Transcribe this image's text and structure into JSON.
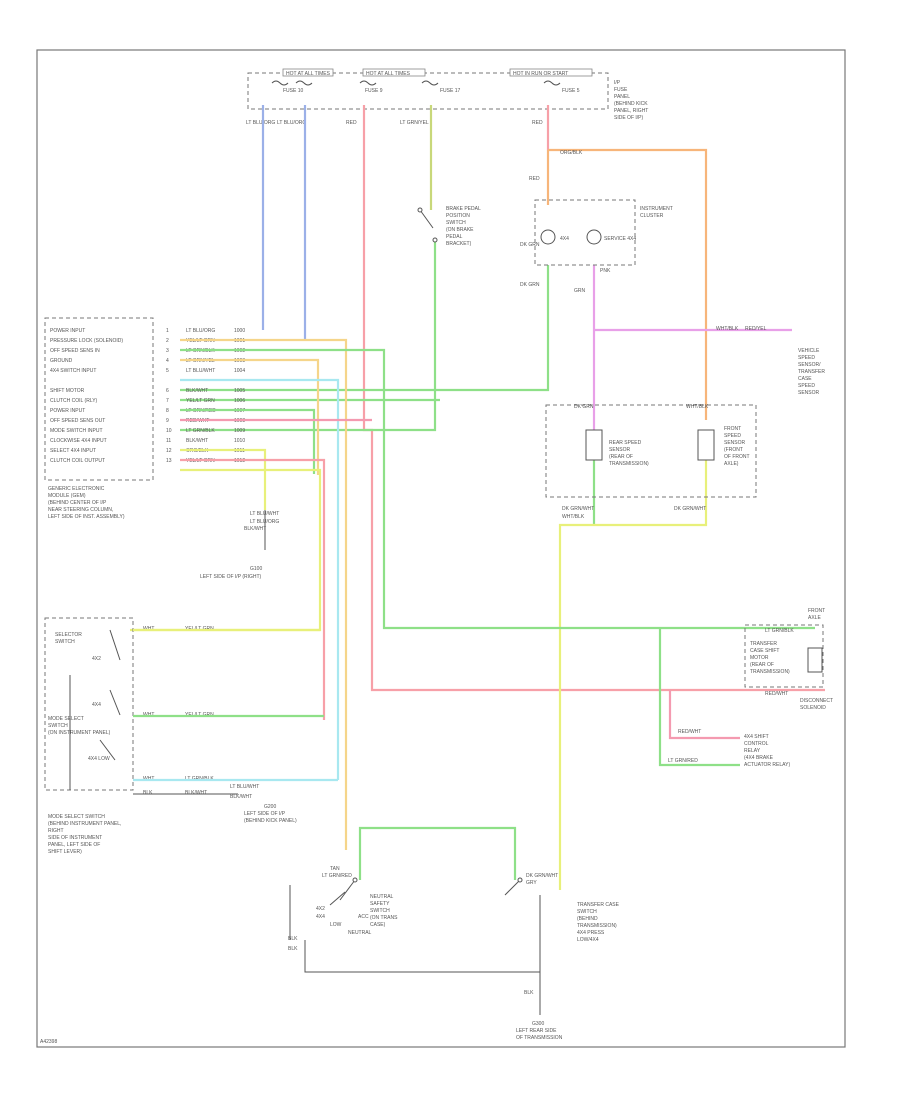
{
  "diagram": {
    "fuse_panel": {
      "tabs": [
        "HOT AT ALL TIMES",
        "HOT AT ALL TIMES",
        "HOT IN RUN OR START"
      ],
      "fuses": [
        "FUSE 10",
        "FUSE 9",
        "FUSE 17",
        "FUSE 5"
      ],
      "label": [
        "I/P",
        "FUSE",
        "PANEL",
        "(BEHIND KICK",
        "PANEL, RIGHT",
        "SIDE OF I/P)"
      ]
    },
    "top_wires": [
      "LT BLU/ORG",
      "LT BLU/ORG",
      "RED",
      "LT GRN/YEL",
      "RED"
    ],
    "brake_switch": [
      "BRAKE PEDAL",
      "POSITION",
      "SWITCH",
      "(ON BRAKE",
      "PEDAL",
      "BRACKET)"
    ],
    "instrument_cluster": [
      "INSTRUMENT",
      "CLUSTER"
    ],
    "cluster_inner": [
      "4X4",
      "SERVICE 4X4"
    ],
    "cluster_wires": [
      "RED",
      "DK GRN",
      "PNK",
      "GRN",
      "DK GRN"
    ],
    "wire_labels": [
      "ORG/BLK",
      "WHT/BLK"
    ],
    "transfer_wire": [
      "RED/YEL"
    ],
    "left_wires": [
      "LT BLU/WHT",
      "LT BLU/ORG"
    ],
    "gem_pins": [
      "POWER INPUT",
      "PRESSURE LOCK (SOLENOID)",
      "OFF SPEED SENS IN",
      "GROUND",
      "4X4 SWITCH INPUT",
      "SHIFT MOTOR",
      "CLUTCH COIL (RLY)",
      "POWER INPUT",
      "OFF SPEED SENS OUT",
      "MODE SWITCH INPUT",
      "CLOCKWISE 4X4 INPUT",
      "SELECT 4X4 INPUT",
      "CLUTCH COIL OUTPUT"
    ],
    "gem_pin_nums": [
      "1",
      "2",
      "3",
      "4",
      "5",
      "6",
      "7",
      "8",
      "9",
      "10",
      "11",
      "12",
      "13"
    ],
    "gem_wires": [
      "LT BLU/ORG",
      "YEL/LT GRN",
      "LT GRN/BLK",
      "LT GRN/YEL",
      "LT BLU/WHT",
      "BLK/WHT",
      "YEL/LT GRN",
      "LT GRN/RED",
      "RED/WHT",
      "LT GRN/BLK",
      "BLK/WHT",
      "ORG/BLK",
      "YEL/LT GRN"
    ],
    "gem_wire_codes": [
      "1000",
      "1001",
      "1002",
      "1003",
      "1004",
      "1005",
      "1006",
      "1007",
      "1008",
      "1009",
      "1010",
      "1011",
      "1012"
    ],
    "gem_label": [
      "GENERIC ELECTRONIC",
      "MODULE (GEM)",
      "(BEHIND CENTER OF I/P",
      "NEAR STEERING COLUMN,",
      "LEFT SIDE OF INST. ASSEMBLY)"
    ],
    "ground_left": [
      "G100",
      "LEFT SIDE OF I/P (RIGHT)"
    ],
    "ground_left_wire": [
      "BLK/WHT"
    ],
    "speed_sensor_left": [
      "REAR SPEED",
      "SENSOR",
      "(REAR OF",
      "TRANSMISSION)"
    ],
    "speed_sensor_right": [
      "FRONT",
      "SPEED",
      "SENSOR",
      "(FRONT",
      "OF FRONT",
      "AXLE)"
    ],
    "dash_area": [
      "VEHICLE",
      "SPEED",
      "SENSOR/",
      "TRANSFER",
      "CASE",
      "SPEED",
      "SENSOR"
    ],
    "speed_wires": [
      "DK GRN",
      "WHT/BLK",
      "DK GRN/WHT",
      "DK GRN/WHT",
      "WHT/BLK"
    ],
    "selector_labels": [
      "SELECTOR",
      "SWITCH",
      "4X2",
      "4X4",
      "4X4 LOW"
    ],
    "selector_block": [
      "MODE SELECT",
      "SWITCH",
      "(ON INSTRUMENT PANEL)"
    ],
    "selector_wires": [
      "WHT",
      "YEL/LT GRN",
      "WHT",
      "YEL/LT GRN",
      "WHT",
      "LT GRN/BLK",
      "BLK",
      "BLK/WHT"
    ],
    "selector_bottom_label": [
      "MODE SELECT SWITCH",
      "(BEHIND INSTRUMENT PANEL,",
      "RIGHT",
      "SIDE OF INSTRUMENT",
      "PANEL, LEFT SIDE OF",
      "SHIFT LEVER)"
    ],
    "ground_mid": [
      "G200",
      "LEFT SIDE OF I/P",
      "(BEHIND KICK PANEL)"
    ],
    "gem_ckt": [
      "BLK/WHT",
      "LT BLU/WHT"
    ],
    "transfer_case": [
      "TRANSFER",
      "CASE SHIFT",
      "MOTOR",
      "(REAR OF",
      "TRANSMISSION)"
    ],
    "transfer_wires": [
      "LT GRN/BLK",
      "RED/WHT"
    ],
    "clutch_relay": [
      "4X4 SHIFT",
      "CONTROL",
      "RELAY",
      "(4X4 BRAKE",
      "ACTUATOR RELAY)"
    ],
    "clutch_wires": [
      "RED/WHT",
      "LT GRN/RED"
    ],
    "vacuum_label": [
      "FRONT",
      "AXLE",
      "DISCONNECT",
      "SOLENOID"
    ],
    "neutral_switch": [
      "NEUTRAL",
      "SAFETY",
      "SWITCH",
      "(ON TRANS",
      "CASE)"
    ],
    "neutral_wires": [
      "TAN",
      "LT GRN/RED",
      "BLK",
      "BLK"
    ],
    "neutral_pos": [
      "4X2",
      "4X4",
      "LOW",
      "NEUTRAL",
      "ACC"
    ],
    "transfer_switch": [
      "TRANSFER CASE",
      "SWITCH",
      "(BEHIND",
      "TRANSMISSION)",
      "4X4 PRESS",
      "LOW/4X4"
    ],
    "transfer_switch_wires": [
      "DK GRN/WHT",
      "GRY"
    ],
    "ground_bottom": [
      "G300",
      "LEFT REAR SIDE",
      "OF TRANSMISSION"
    ],
    "ground_bottom_wire": [
      "BLK"
    ],
    "figure_id": [
      "A42398"
    ]
  }
}
